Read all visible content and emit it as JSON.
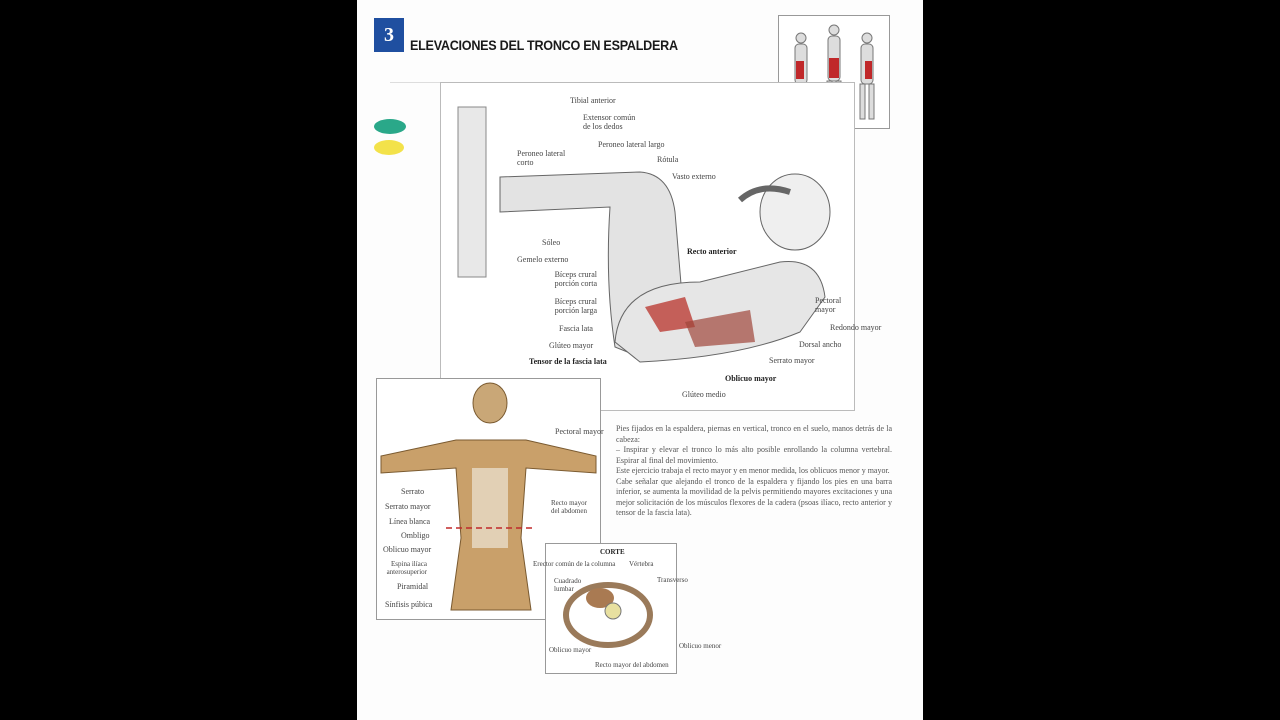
{
  "header": {
    "chapter_number": "3",
    "title": "ELEVACIONES DEL TRONCO EN ESPALDERA"
  },
  "colors": {
    "chapter_badge": "#1f4fa0",
    "oval_teal": "#2aa889",
    "oval_yellow": "#f3e24a",
    "arrow": "#f07a5a",
    "muscle_highlight": "#b8322a"
  },
  "main_labels": {
    "tibial_anterior": "Tibial anterior",
    "extensor_comun": "Extensor común de los dedos",
    "peroneo_lateral_largo": "Peroneo lateral largo",
    "peroneo_lateral_corto": "Peroneo lateral corto",
    "rotula": "Rótula",
    "vasto_externo": "Vasto externo",
    "soleo": "Sóleo",
    "gemelo_externo": "Gemelo externo",
    "biceps_corta": "Bíceps crural porción corta",
    "biceps_larga": "Bíceps crural porción larga",
    "fascia_lata": "Fascia lata",
    "gluteo_mayor": "Glúteo mayor",
    "tensor": "Tensor de la fascia lata",
    "recto_anterior": "Recto anterior",
    "pectoral_mayor": "Pectoral mayor",
    "redondo_mayor": "Redondo mayor",
    "dorsal_ancho": "Dorsal ancho",
    "serrato_mayor": "Serrato mayor",
    "oblicuo_mayor": "Oblicuo mayor",
    "gluteo_medio": "Glúteo medio"
  },
  "front_labels": {
    "pectoral_mayor": "Pectoral mayor",
    "serrato": "Serrato",
    "serrato_mayor": "Serrato mayor",
    "linea_blanca": "Línea blanca",
    "ombligo": "Ombligo",
    "oblicuo_mayor": "Oblicuo mayor",
    "espina_iliaca": "Espina ilíaca anterosuperior",
    "piramidal": "Piramidal",
    "sinfisis": "Sínfisis púbica",
    "recto_mayor": "Recto mayor del abdomen"
  },
  "section": {
    "title": "CORTE",
    "erector": "Erector común de la columna",
    "vertebra": "Vértebra",
    "cuadrado": "Cuadrado lumbar",
    "transverso": "Transverso",
    "oblicuo_mayor": "Oblicuo mayor",
    "oblicuo_menor": "Oblicuo menor",
    "recto_mayor": "Recto mayor del abdomen"
  },
  "paragraphs": [
    "Pies fijados en la espaldera, piernas en vertical, tronco en el suelo, manos detrás de la cabeza:",
    "– Inspirar y elevar el tronco lo más alto posible enrollando la columna vertebral. Espirar al final del movimiento.",
    "Este ejercicio trabaja el recto mayor y en menor medida, los oblicuos menor y mayor.",
    "Cabe señalar que alejando el tronco de la espaldera y fijando los pies en una barra inferior, se aumenta la movilidad de la pelvis permitiendo mayores excitaciones y una mejor solicitación de los músculos flexores de la cadera (psoas ilíaco, recto anterior y tensor de la fascia lata)."
  ]
}
